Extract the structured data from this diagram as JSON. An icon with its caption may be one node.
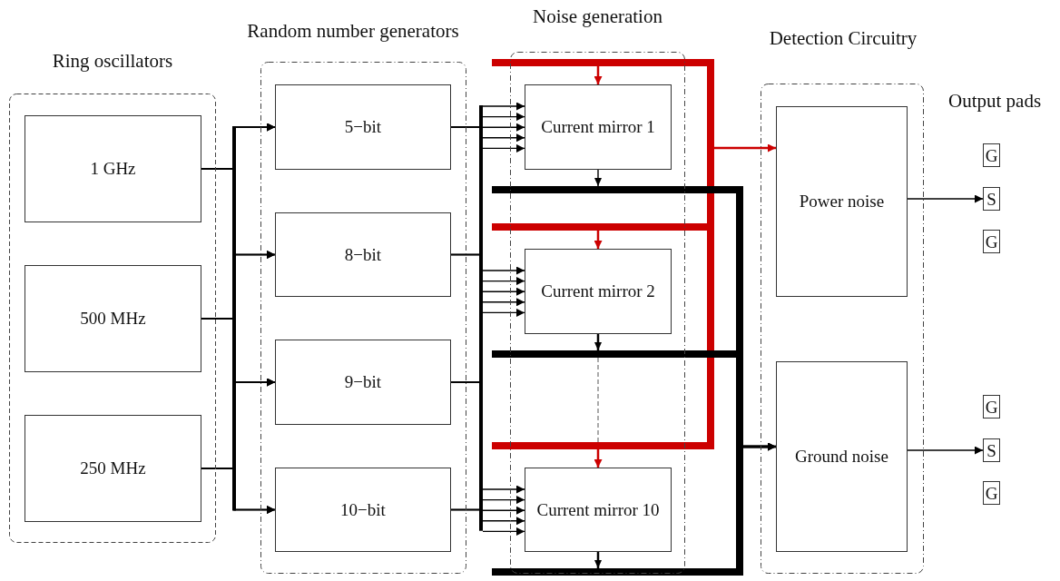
{
  "diagram": {
    "nodes": [
      {
        "text": [
          "Ring oscillators"
        ]
      },
      {
        "text": [
          "1 GHz"
        ],
        "in": 0
      },
      {
        "text": [
          "500 MHz"
        ],
        "in": 0
      },
      {
        "text": [
          "250 MHz"
        ],
        "in": 0
      },
      {
        "text": [
          "Random number generators"
        ]
      },
      {
        "text": [
          "5−bit"
        ],
        "in": 4
      },
      {
        "text": [
          "8−bit"
        ],
        "in": 4
      },
      {
        "text": [
          "9−bit"
        ],
        "in": 4
      },
      {
        "text": [
          "10−bit"
        ],
        "in": 4
      },
      {
        "text": [
          "Noise generation"
        ]
      },
      {
        "text": [
          "Current mirror 1"
        ],
        "in": 9
      },
      {
        "text": [
          "Current mirror 2"
        ],
        "in": 9
      },
      {
        "text": [
          "Current mirror 10"
        ],
        "in": 9
      },
      {
        "text": [
          "Detection Circuitry"
        ]
      },
      {
        "text": [
          "Power noise"
        ],
        "in": 13
      },
      {
        "text": [
          "Ground noise"
        ],
        "in": 13
      },
      {
        "text": [
          "G"
        ]
      },
      {
        "text": [
          "S"
        ]
      },
      {
        "text": [
          "G"
        ]
      },
      {
        "text": [
          "G"
        ]
      },
      {
        "text": [
          "S"
        ]
      },
      {
        "text": [
          "G"
        ]
      }
    ],
    "edges": [
      {
        "from": 1,
        "to": 5,
        "arrow": "to"
      },
      {
        "from": 1,
        "to": 6,
        "arrow": "to"
      },
      {
        "from": 1,
        "to": 7,
        "arrow": "to"
      },
      {
        "from": 1,
        "to": 8,
        "arrow": "to"
      },
      {
        "from": 2,
        "to": 5,
        "arrow": "to"
      },
      {
        "from": 2,
        "to": 6,
        "arrow": "to"
      },
      {
        "from": 2,
        "to": 7,
        "arrow": "to"
      },
      {
        "from": 2,
        "to": 8,
        "arrow": "to"
      },
      {
        "from": 3,
        "to": 5,
        "arrow": "to"
      },
      {
        "from": 3,
        "to": 6,
        "arrow": "to"
      },
      {
        "from": 3,
        "to": 7,
        "arrow": "to"
      },
      {
        "from": 3,
        "to": 8,
        "arrow": "to"
      },
      {
        "from": 5,
        "to": 10,
        "arrow": "to"
      },
      {
        "from": 5,
        "to": 11,
        "arrow": "to"
      },
      {
        "from": 5,
        "to": 12,
        "arrow": "to"
      },
      {
        "from": 6,
        "to": 10,
        "arrow": "to"
      },
      {
        "from": 6,
        "to": 11,
        "arrow": "to"
      },
      {
        "from": 6,
        "to": 12,
        "arrow": "to"
      },
      {
        "from": 7,
        "to": 10,
        "arrow": "to"
      },
      {
        "from": 7,
        "to": 11,
        "arrow": "to"
      },
      {
        "from": 7,
        "to": 12,
        "arrow": "to"
      },
      {
        "from": 8,
        "to": 10,
        "arrow": "to"
      },
      {
        "from": 8,
        "to": 11,
        "arrow": "to"
      },
      {
        "from": 8,
        "to": 12,
        "arrow": "to"
      },
      {
        "from": null,
        "to": 10,
        "arrow": "to",
        "style": "thick",
        "color": "#cc0000"
      },
      {
        "from": null,
        "to": 11,
        "arrow": "to",
        "style": "thick",
        "color": "#cc0000"
      },
      {
        "from": null,
        "to": 12,
        "arrow": "to",
        "style": "thick",
        "color": "#cc0000"
      },
      {
        "from": null,
        "to": 14,
        "arrow": "to",
        "style": "thick",
        "color": "#cc0000"
      },
      {
        "from": 10,
        "to": 15,
        "arrow": "to"
      },
      {
        "from": 11,
        "to": 15,
        "arrow": "to",
        "style": "thick"
      },
      {
        "from": 12,
        "to": 15,
        "arrow": "to",
        "style": "thick"
      },
      {
        "from": 14,
        "to": 17,
        "arrow": "to"
      },
      {
        "from": 15,
        "to": 20,
        "arrow": "to"
      }
    ],
    "labels": [
      "Output pads"
    ]
  }
}
